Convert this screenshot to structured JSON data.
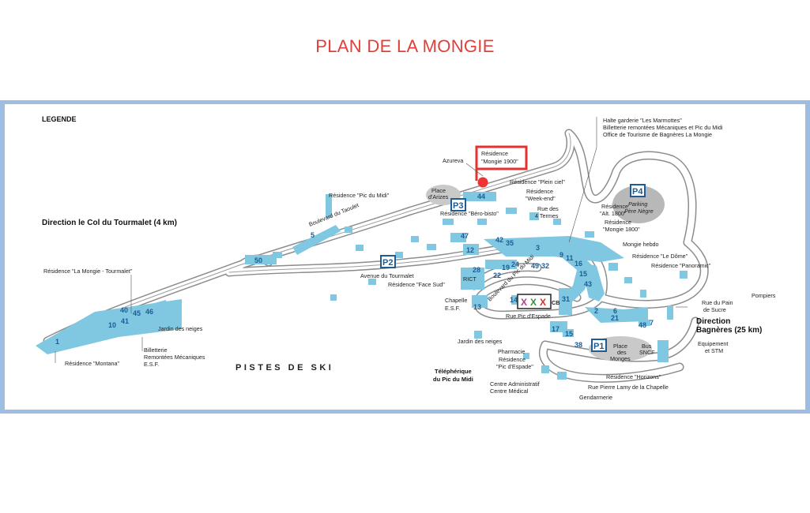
{
  "title": "PLAN DE LA MONGIE",
  "map": {
    "legend_heading": "LEGENDE",
    "colors": {
      "frame": "#9dbde2",
      "building": "#80c8e2",
      "road": "#ffffff",
      "road_edge": "#8c8c8c",
      "marker": "#ee3333",
      "highlight_box": "#e4332f",
      "parking": "#1d5c94"
    },
    "directions": {
      "tourmalet": "Direction le Col du Tourmalet (4 km)",
      "bagneres_1": "Direction",
      "bagneres_2": "Bagnères (25 km)"
    },
    "pistes": "PISTES DE SKI",
    "teleph_1": "Téléphérique",
    "teleph_2": "du Pic du Midi",
    "highlight": {
      "line1": "Résidence",
      "line2": "\"Mongie 1900\""
    },
    "parkings": {
      "p1": "P1",
      "p2": "P2",
      "p3": "P3",
      "p4": "P4"
    },
    "streets": {
      "taoulet": "Boulevard du Taoulet",
      "pic_du_midi": "Boulevard du Pic du Midi",
      "avenue_tourmalet": "Avenue du Tourmalet",
      "pic_espade": "Rue Pic d'Espade",
      "quatre_termes_1": "Rue des",
      "quatre_termes_2": "4 Termes",
      "pain_sucre_1": "Rue du Pain",
      "pain_sucre_2": "de Sucre",
      "pierre_lamy": "Rue Pierre Lamy de la Chapelle"
    },
    "labels": {
      "halte_1": "Halte garderie \"Les Marmottes\"",
      "halte_2": "Billetterie remontées Mécaniques et Pic du Midi",
      "halte_3": "Office de Tourisme de Bagnères La Mongie",
      "azureva": "Azureva",
      "place_arizes_1": "Place",
      "place_arizes_2": "d'Arizes",
      "plein_ciel": "Résidence \"Plein ciel\"",
      "week_end_1": "Résidence",
      "week_end_2": "\"Week-end\"",
      "pic_du_midi_res": "Résidence \"Pic du Midi\"",
      "bero_bisto": "Résidence \"Béro-bisto\"",
      "alt1800_1": "Résidence",
      "alt1800_2": "\"Alt. 1800\"",
      "mongie1800_1": "Résidence",
      "mongie1800_2": "\"Mongie 1800\"",
      "parking_pere_1": "Parking",
      "parking_pere_2": "Père Nègre",
      "mongie_hebdo": "Mongie hebdo",
      "le_dome": "Résidence \"Le Dôme\"",
      "panoramic": "Résidence \"Panoramic\"",
      "mongie_tourmalet": "Résidence \"La Mongie - Tourmalet\"",
      "face_sud": "Résidence \"Face Sud\"",
      "rict": "RICT",
      "chapelle": "Chapelle",
      "esf": "E.S.F.",
      "pompiers": "Pompiers",
      "jardin_neiges_left": "Jardin des neiges",
      "billetterie_1": "Billetterie",
      "billetterie_2": "Remontées Mécaniques",
      "billetterie_3": "E.S.F.",
      "montana": "Résidence \"Montana\"",
      "jardin_neiges_mid": "Jardin des neiges",
      "pharmacie": "Pharmacie",
      "pic_espade_res_1": "Résidence",
      "pic_espade_res_2": "\"Pic d'Espade\"",
      "centre_admin": "Centre Administratif",
      "centre_med": "Centre Médical",
      "gendarmerie": "Gendarmerie",
      "place_monges_1": "Place",
      "place_monges_2": "des",
      "place_monges_3": "Monges",
      "bus_1": "Bus",
      "bus_2": "SNCF",
      "horizons": "Résidence \"Horizons\"",
      "equipement_1": "Equipement",
      "equipement_2": "et STM",
      "cb": "CB"
    },
    "numbers": {
      "n1": "1",
      "n2": "2",
      "n3": "3",
      "n5": "5",
      "n6": "6",
      "n7": "7",
      "n9": "9",
      "n10": "10",
      "n11": "11",
      "n12": "12",
      "n13": "13",
      "n14": "14",
      "n15": "15",
      "n16": "16",
      "n17": "17",
      "n19": "19",
      "n21": "21",
      "n22": "22",
      "n24": "24",
      "n28": "28",
      "n31": "31",
      "n32": "32",
      "n35": "35",
      "n38": "38",
      "n40": "40",
      "n41": "41",
      "n42": "42",
      "n43": "43",
      "n44": "44",
      "n45": "45",
      "n46": "46",
      "n47": "47",
      "n48": "48",
      "n49": "49",
      "n50": "50"
    }
  }
}
